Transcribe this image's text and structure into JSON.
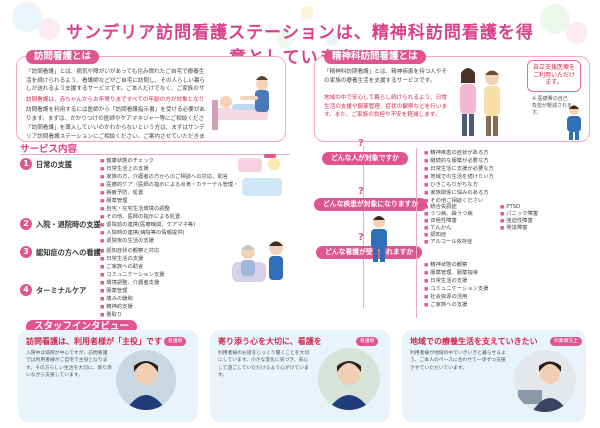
{
  "headline": "サンデリア訪問看護ステーションは、精神科訪問看護を得意としています。",
  "visiting": {
    "tag": "訪問看護とは",
    "para1": "「訪問看護」とは、病気や障がいがあっても住み慣れたご自宅で療養生活を続けられるよう、看護師などがご自宅に訪問し、その人らしい暮らしが送れるよう支援するサービスです。ご本人だけでなく、ご家族のサポートも行います。",
    "para2": "訪問看護は、赤ちゃんからお年寄りまですべての年齢の方が対象となります。",
    "para3": "訪問看護を利用するには医師から「訪問看護指示書」を受ける必要があります。まずは、かかりつけの医師やケアマネジャー等にご相談ください。",
    "para4": "「訪問看護」を導入していいのかわからないという方は、まずはサンデリア訪問看護ステーションにご相談ください。ご案内させていただきます。"
  },
  "psych": {
    "tag": "精神科訪問看護とは",
    "para1": "「精神科訪問看護」とは、精神疾患を持つ人やその家族の療養生活を支援するサービスです。",
    "para2": "地域の中で安心して暮らし続けられるよう、日常生活の支援や服薬管理、症状の観察などを行います。また、ご家族の負担や不安を軽減します。",
    "bubble": "自立支援医療をご利用いただけます。",
    "bubble_note": "※ 医療費の自己負担が軽減されます。"
  },
  "services": {
    "title": "サービス内容",
    "groups": [
      {
        "num": "1",
        "label": "日常の支援",
        "items": [
          "健康状態のチェック",
          "日常生活上の支援",
          "家族の方、介護者の方からのご相談への対応、助言",
          "医療的ケア（医師の指示による点滴・カテーテル管理・",
          "褥瘡予防、処置",
          "服薬管理",
          "自宅・在宅生活環境の調整",
          "その他、医師の指示による処置"
        ]
      },
      {
        "num": "2",
        "label": "入院・退院時の支援",
        "items": [
          "退院前の連携(医療機関、ケアマネ等)",
          "入院時の連携(病院等の情報提供)",
          "退院後の生活の支援"
        ]
      },
      {
        "num": "3",
        "label": "認知症の方への看護",
        "items": [
          "認知症状の観察と対応",
          "日常生活の支援",
          "ご家族への助言",
          "コミュニケーション支援",
          "環境調整、介護者支援",
          "服薬管理"
        ]
      },
      {
        "num": "4",
        "label": "ターミナルケア",
        "items": [
          "痛みの緩和",
          "精神的支援",
          "看取り"
        ]
      }
    ]
  },
  "questions": [
    {
      "label": "どんな人が対象ですか",
      "items": [
        "精神疾患の症状がある方",
        "継続的な服薬が必要な方",
        "日常生活に支援が必要な方",
        "地域での生活を続けたい方",
        "ひきこもりがちな方",
        "家族関係に悩みのある方",
        "その他ご相談ください"
      ]
    },
    {
      "label": "どんな疾患が対象になりますか",
      "items": [
        "統合失調症",
        "うつ病、躁うつ病",
        "双極性障害",
        "てんかん",
        "認知症",
        "アルコール依存症",
        "PTSD",
        "パニック障害",
        "強迫性障害",
        "発達障害"
      ]
    },
    {
      "label": "どんな看護が受けられますか",
      "items": [
        "精神状態の観察",
        "服薬管理、服薬指導",
        "日常生活の支援",
        "コミュニケーション支援",
        "社会資源の活用",
        "ご家族への支援"
      ]
    }
  ],
  "interviews": {
    "tag": "スタッフインタビュー",
    "cards": [
      {
        "title": "訪問看護は、利用者様が「主役」です",
        "badge": "看護師",
        "text": "入院中は病院が中心ですが、訪問看護では利用者様がご自宅で主役となります。その方らしい生活を大切に、寄り添いながら支援しています。"
      },
      {
        "title": "寄り添う心を大切に、看護を",
        "badge": "看護師",
        "text": "利用者様のお話をじっくり聞くことを大切にしています。小さな変化に気づき、安心して過ごしていただけるよう心がけています。"
      },
      {
        "title": "地域での療養生活を支えていきたい",
        "badge": "作業療法士",
        "text": "利用者様が地域の中でいきいきと暮らせるよう、ご本人のペースに合わせて一歩ずつ支援させていただいています。"
      }
    ]
  }
}
